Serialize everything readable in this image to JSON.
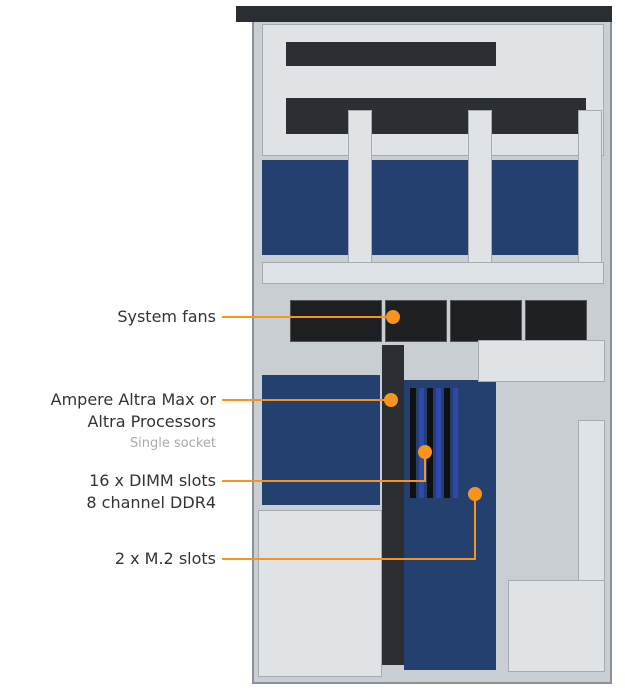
{
  "callouts": [
    {
      "label": "System fans"
    },
    {
      "label": "Ampere Altra Max or",
      "label2": "Altra Processors",
      "sub": "Single socket"
    },
    {
      "label": "16 x DIMM slots",
      "label2": "8 channel DDR4"
    },
    {
      "label": "2 x M.2 slots"
    }
  ],
  "colors": {
    "accent": "#f7941d",
    "board": "#24406e"
  }
}
